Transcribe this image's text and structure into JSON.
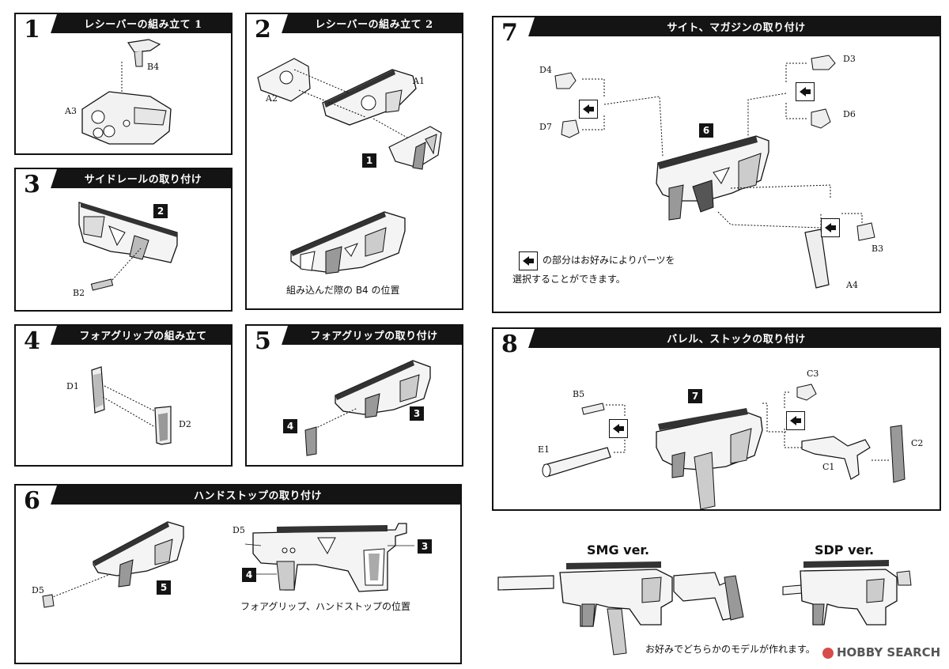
{
  "steps": [
    {
      "num": "1",
      "title": "レシーバーの組み立て 1"
    },
    {
      "num": "2",
      "title": "レシーバーの組み立て 2"
    },
    {
      "num": "3",
      "title": "サイドレールの取り付け"
    },
    {
      "num": "4",
      "title": "フォアグリップの組み立て"
    },
    {
      "num": "5",
      "title": "フォアグリップの取り付け"
    },
    {
      "num": "6",
      "title": "ハンドストップの取り付け"
    },
    {
      "num": "7",
      "title": "サイト、マガジンの取り付け"
    },
    {
      "num": "8",
      "title": "バレル、ストックの取り付け"
    }
  ],
  "parts": {
    "b4": "B4",
    "a3": "A3",
    "a2": "A2",
    "a1": "A1",
    "b2": "B2",
    "d1": "D1",
    "d2": "D2",
    "d5_a": "D5",
    "d5_b": "D5",
    "d4": "D4",
    "d7": "D7",
    "d3": "D3",
    "d6": "D6",
    "b3": "B3",
    "a4": "A4",
    "b5": "B5",
    "e1": "E1",
    "c3": "C3",
    "c2": "C2",
    "c1": "C1"
  },
  "tags": {
    "s2_ref1": "1",
    "s3_ref2": "2",
    "s5_ref4": "4",
    "s5_ref3": "3",
    "s6_ref5": "5",
    "s6_ref4": "4",
    "s6_ref3": "3",
    "s7_ref6": "6",
    "s8_ref7": "7"
  },
  "captions": {
    "b4_position": "組み込んだ際の B4 の位置",
    "grip_position": "フォアグリップ、ハンドストップの位置",
    "choice_line1": "の部分はお好みによりパーツを",
    "choice_line2": "選択することができます。",
    "model_choice": "お好みでどちらかのモデルが作れます。"
  },
  "versions": {
    "smg": "SMG ver.",
    "sdp": "SDP ver."
  },
  "watermark": "HOBBY SEARCH",
  "colors": {
    "ink": "#111111",
    "header": "#141414",
    "paper": "#ffffff"
  }
}
